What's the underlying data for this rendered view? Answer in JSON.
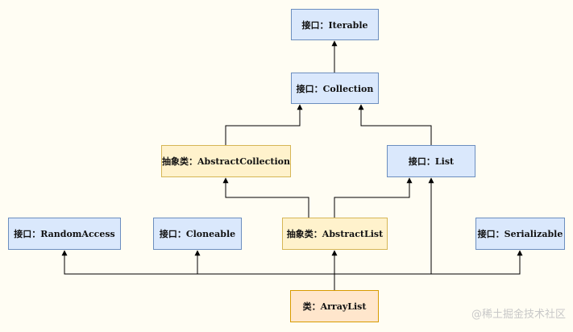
{
  "nodes": {
    "iterable": "接口：Iterable",
    "collection": "接口：Collection",
    "abstract_collection": "抽象类：AbstractCollection",
    "list": "接口：List",
    "random_access": "接口：RandomAccess",
    "cloneable": "接口：Cloneable",
    "abstract_list": "抽象类：AbstractList",
    "serializable": "接口：Serializable",
    "array_list": "类：ArrayList"
  },
  "edges": [
    {
      "from": "collection",
      "to": "iterable"
    },
    {
      "from": "abstract_collection",
      "to": "collection"
    },
    {
      "from": "list",
      "to": "collection"
    },
    {
      "from": "abstract_list",
      "to": "abstract_collection"
    },
    {
      "from": "abstract_list",
      "to": "list"
    },
    {
      "from": "array_list",
      "to": "abstract_list"
    },
    {
      "from": "array_list",
      "to": "random_access"
    },
    {
      "from": "array_list",
      "to": "cloneable"
    },
    {
      "from": "array_list",
      "to": "list"
    },
    {
      "from": "array_list",
      "to": "serializable"
    }
  ],
  "colors": {
    "background": "#fffdf3",
    "interface_fill": "#dae8fc",
    "interface_stroke": "#6c8ebf",
    "abstract_fill": "#fff2cc",
    "abstract_stroke": "#d6b656",
    "class_fill": "#ffe6cc",
    "class_stroke": "#d79b00",
    "edge": "#000000"
  },
  "watermark": "@稀土掘金技术社区"
}
